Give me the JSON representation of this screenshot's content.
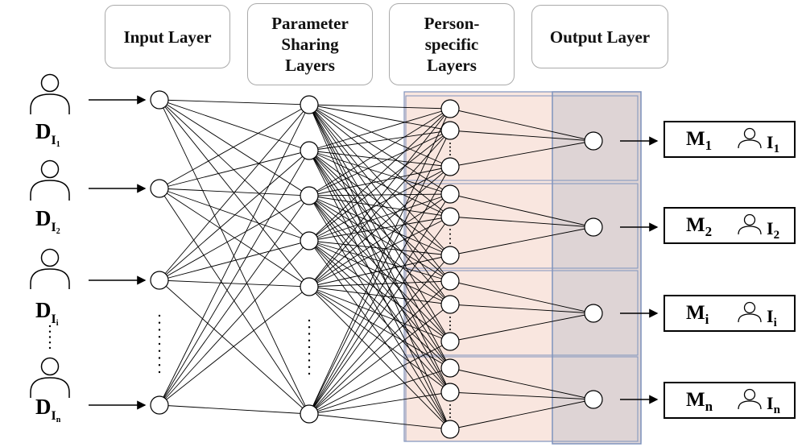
{
  "headers": {
    "input": "Input Layer",
    "sharing_1": "Parameter",
    "sharing_2": "Sharing",
    "sharing_3": "Layers",
    "person_1": "Person-",
    "person_2": "specific",
    "person_3": "Layers",
    "output": "Output Layer"
  },
  "inputs": [
    {
      "d": "D",
      "i": "I",
      "s": "1"
    },
    {
      "d": "D",
      "i": "I",
      "s": "2"
    },
    {
      "d": "D",
      "i": "I",
      "s": "i"
    },
    {
      "d": "D",
      "i": "I",
      "s": "n"
    }
  ],
  "models": [
    {
      "m": "M",
      "ms": "1",
      "i": "I",
      "is": "1"
    },
    {
      "m": "M",
      "ms": "2",
      "i": "I",
      "is": "2"
    },
    {
      "m": "M",
      "ms": "i",
      "i": "I",
      "is": "i"
    },
    {
      "m": "M",
      "ms": "n",
      "i": "I",
      "is": "n"
    }
  ],
  "colors": {
    "person_region": "#f9e6df",
    "output_region": "#d9d0d4",
    "region_border": "#7f93bd"
  }
}
